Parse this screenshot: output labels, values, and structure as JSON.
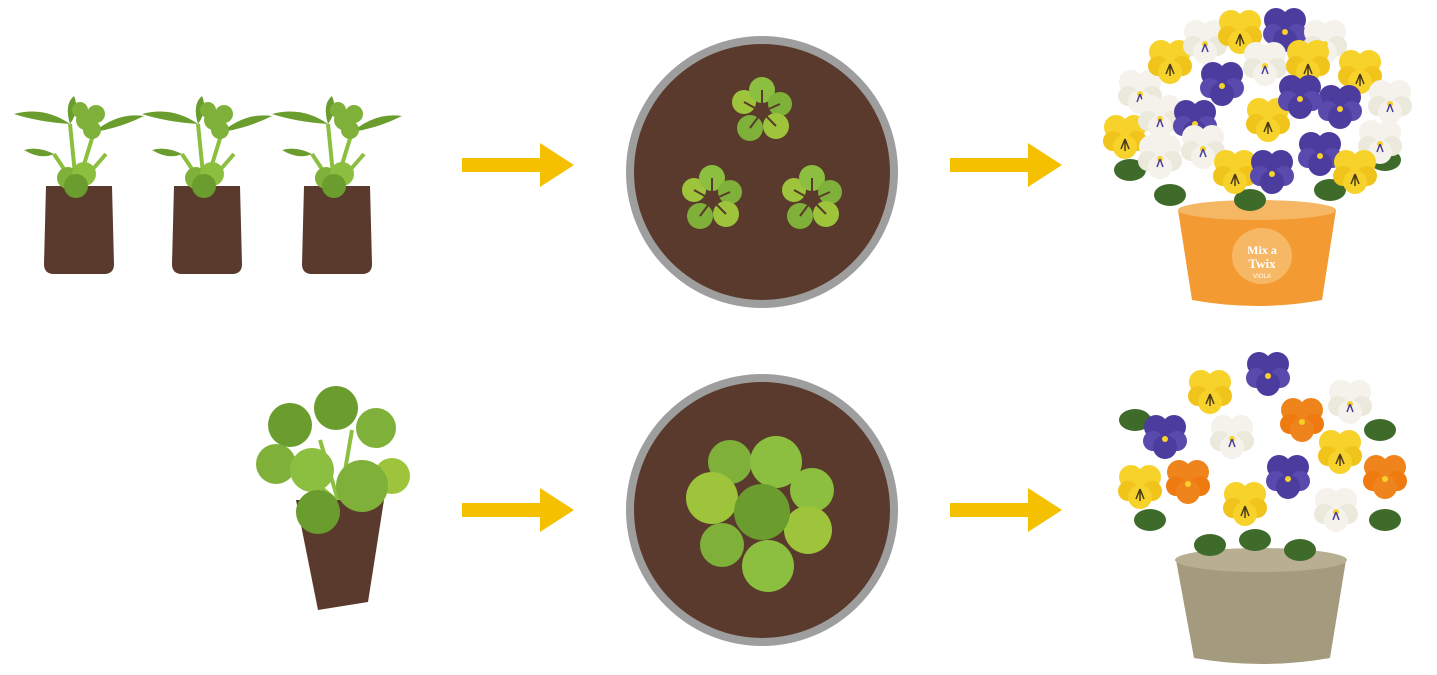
{
  "diagram": {
    "rows": [
      {
        "stage1": "three-plug-seedlings",
        "stage2": "three-plants-in-pot-top-view",
        "stage3": "flowering-mixed-pot"
      },
      {
        "stage1": "single-young-plant-in-plug",
        "stage2": "one-plant-in-pot-top-view",
        "stage3": "flowering-pot"
      }
    ],
    "pot_label": {
      "line1": "Mix a",
      "line2": "Twix",
      "line3": "VIOLA"
    }
  },
  "colors": {
    "arrow": "#f5c000",
    "soil": "#5a3a2c",
    "pot_rim": "#9e9e9e",
    "leaf_light": "#9dc43a",
    "leaf_mid": "#7eb03a",
    "leaf_dark": "#6a9c2e",
    "stem": "#8cbf3f",
    "orange_pot": "#f39a33",
    "taupe_pot": "#a49a7e",
    "purple": "#4b3c9e",
    "yellow": "#f6d22a",
    "white": "#f4f2ea",
    "orange": "#f0841c"
  }
}
